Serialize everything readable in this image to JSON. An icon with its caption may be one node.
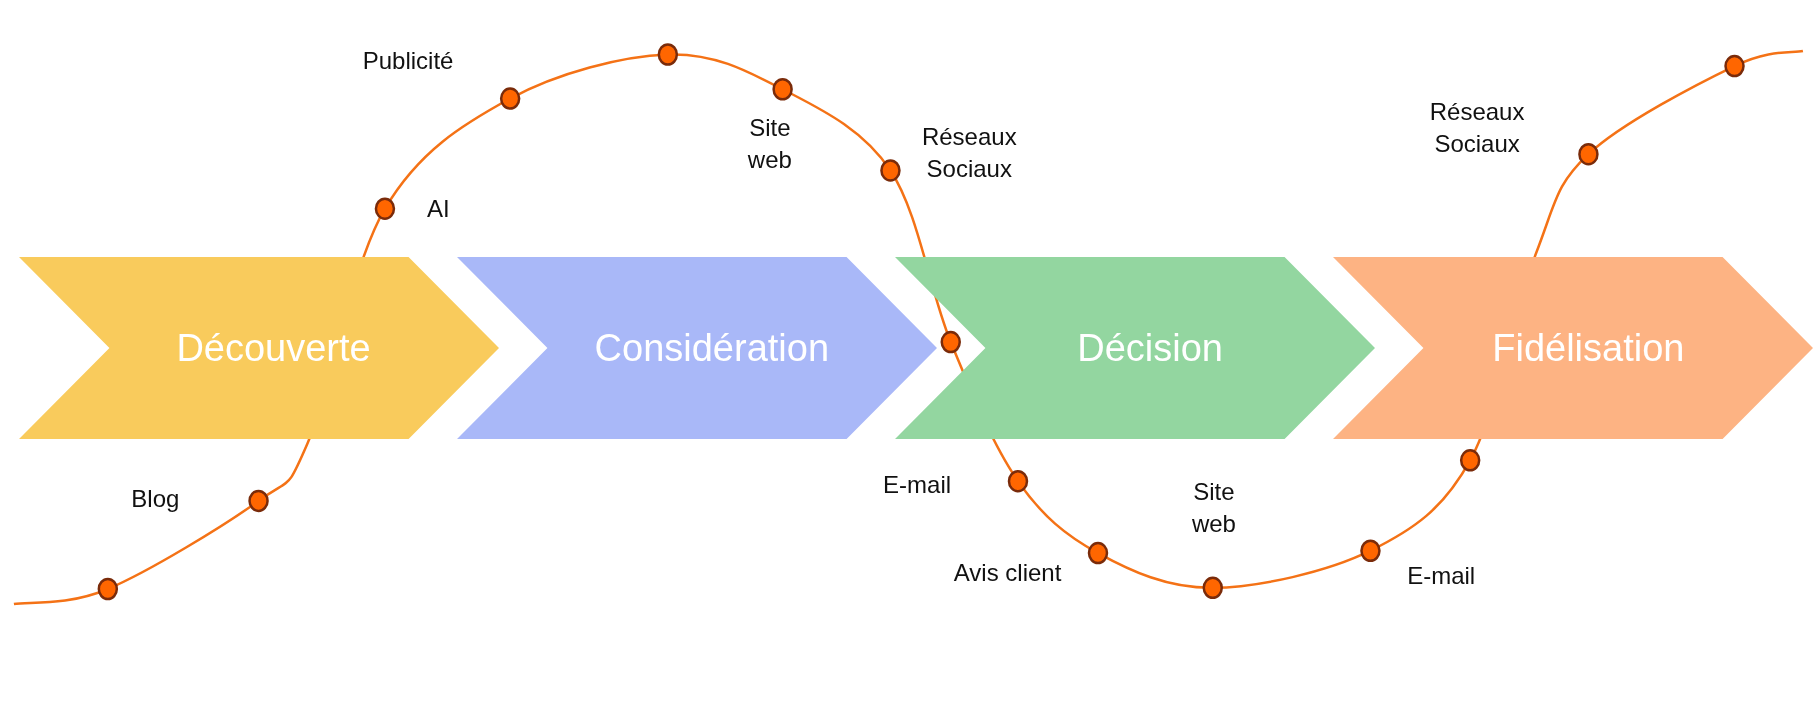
{
  "diagram": {
    "nodes": [
      {
        "text": [
          "Découverte"
        ]
      },
      {
        "text": [
          "Considération"
        ]
      },
      {
        "text": [
          "Décision"
        ]
      },
      {
        "text": [
          "Fidélisation"
        ]
      }
    ],
    "labels": [
      "Publicité",
      "Site web",
      "Réseaux Sociaux",
      "Réseaux Sociaux",
      "AI",
      "Blog",
      "E-mail",
      "Site web",
      "Avis client",
      "E-mail"
    ]
  }
}
